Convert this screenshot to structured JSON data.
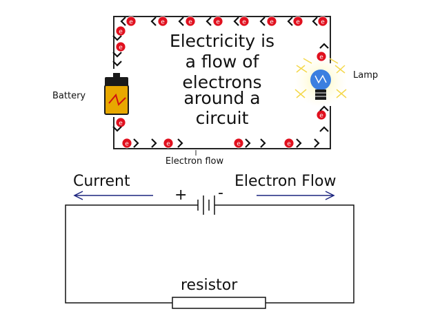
{
  "top_diagram": {
    "caption_lines": [
      "Electricity is",
      "a flow of",
      "electrons",
      "around a",
      "circuit"
    ],
    "battery_label": "Battery",
    "lamp_label": "Lamp",
    "flow_label": "Electron flow",
    "electron_symbol": "e",
    "colors": {
      "electron": "#e0101e",
      "wire": "#222222",
      "battery_body": "#e8a800",
      "battery_cap": "#1a1a1a",
      "lamp_glow": "#fff27a",
      "bulb": "#3b7fe0"
    }
  },
  "bottom_diagram": {
    "current_label": "Current",
    "electron_flow_label": "Electron Flow",
    "plus_sign": "+",
    "minus_sign": "-",
    "resistor_label": "resistor",
    "colors": {
      "arrow": "#1a237e",
      "wire": "#111111"
    }
  }
}
